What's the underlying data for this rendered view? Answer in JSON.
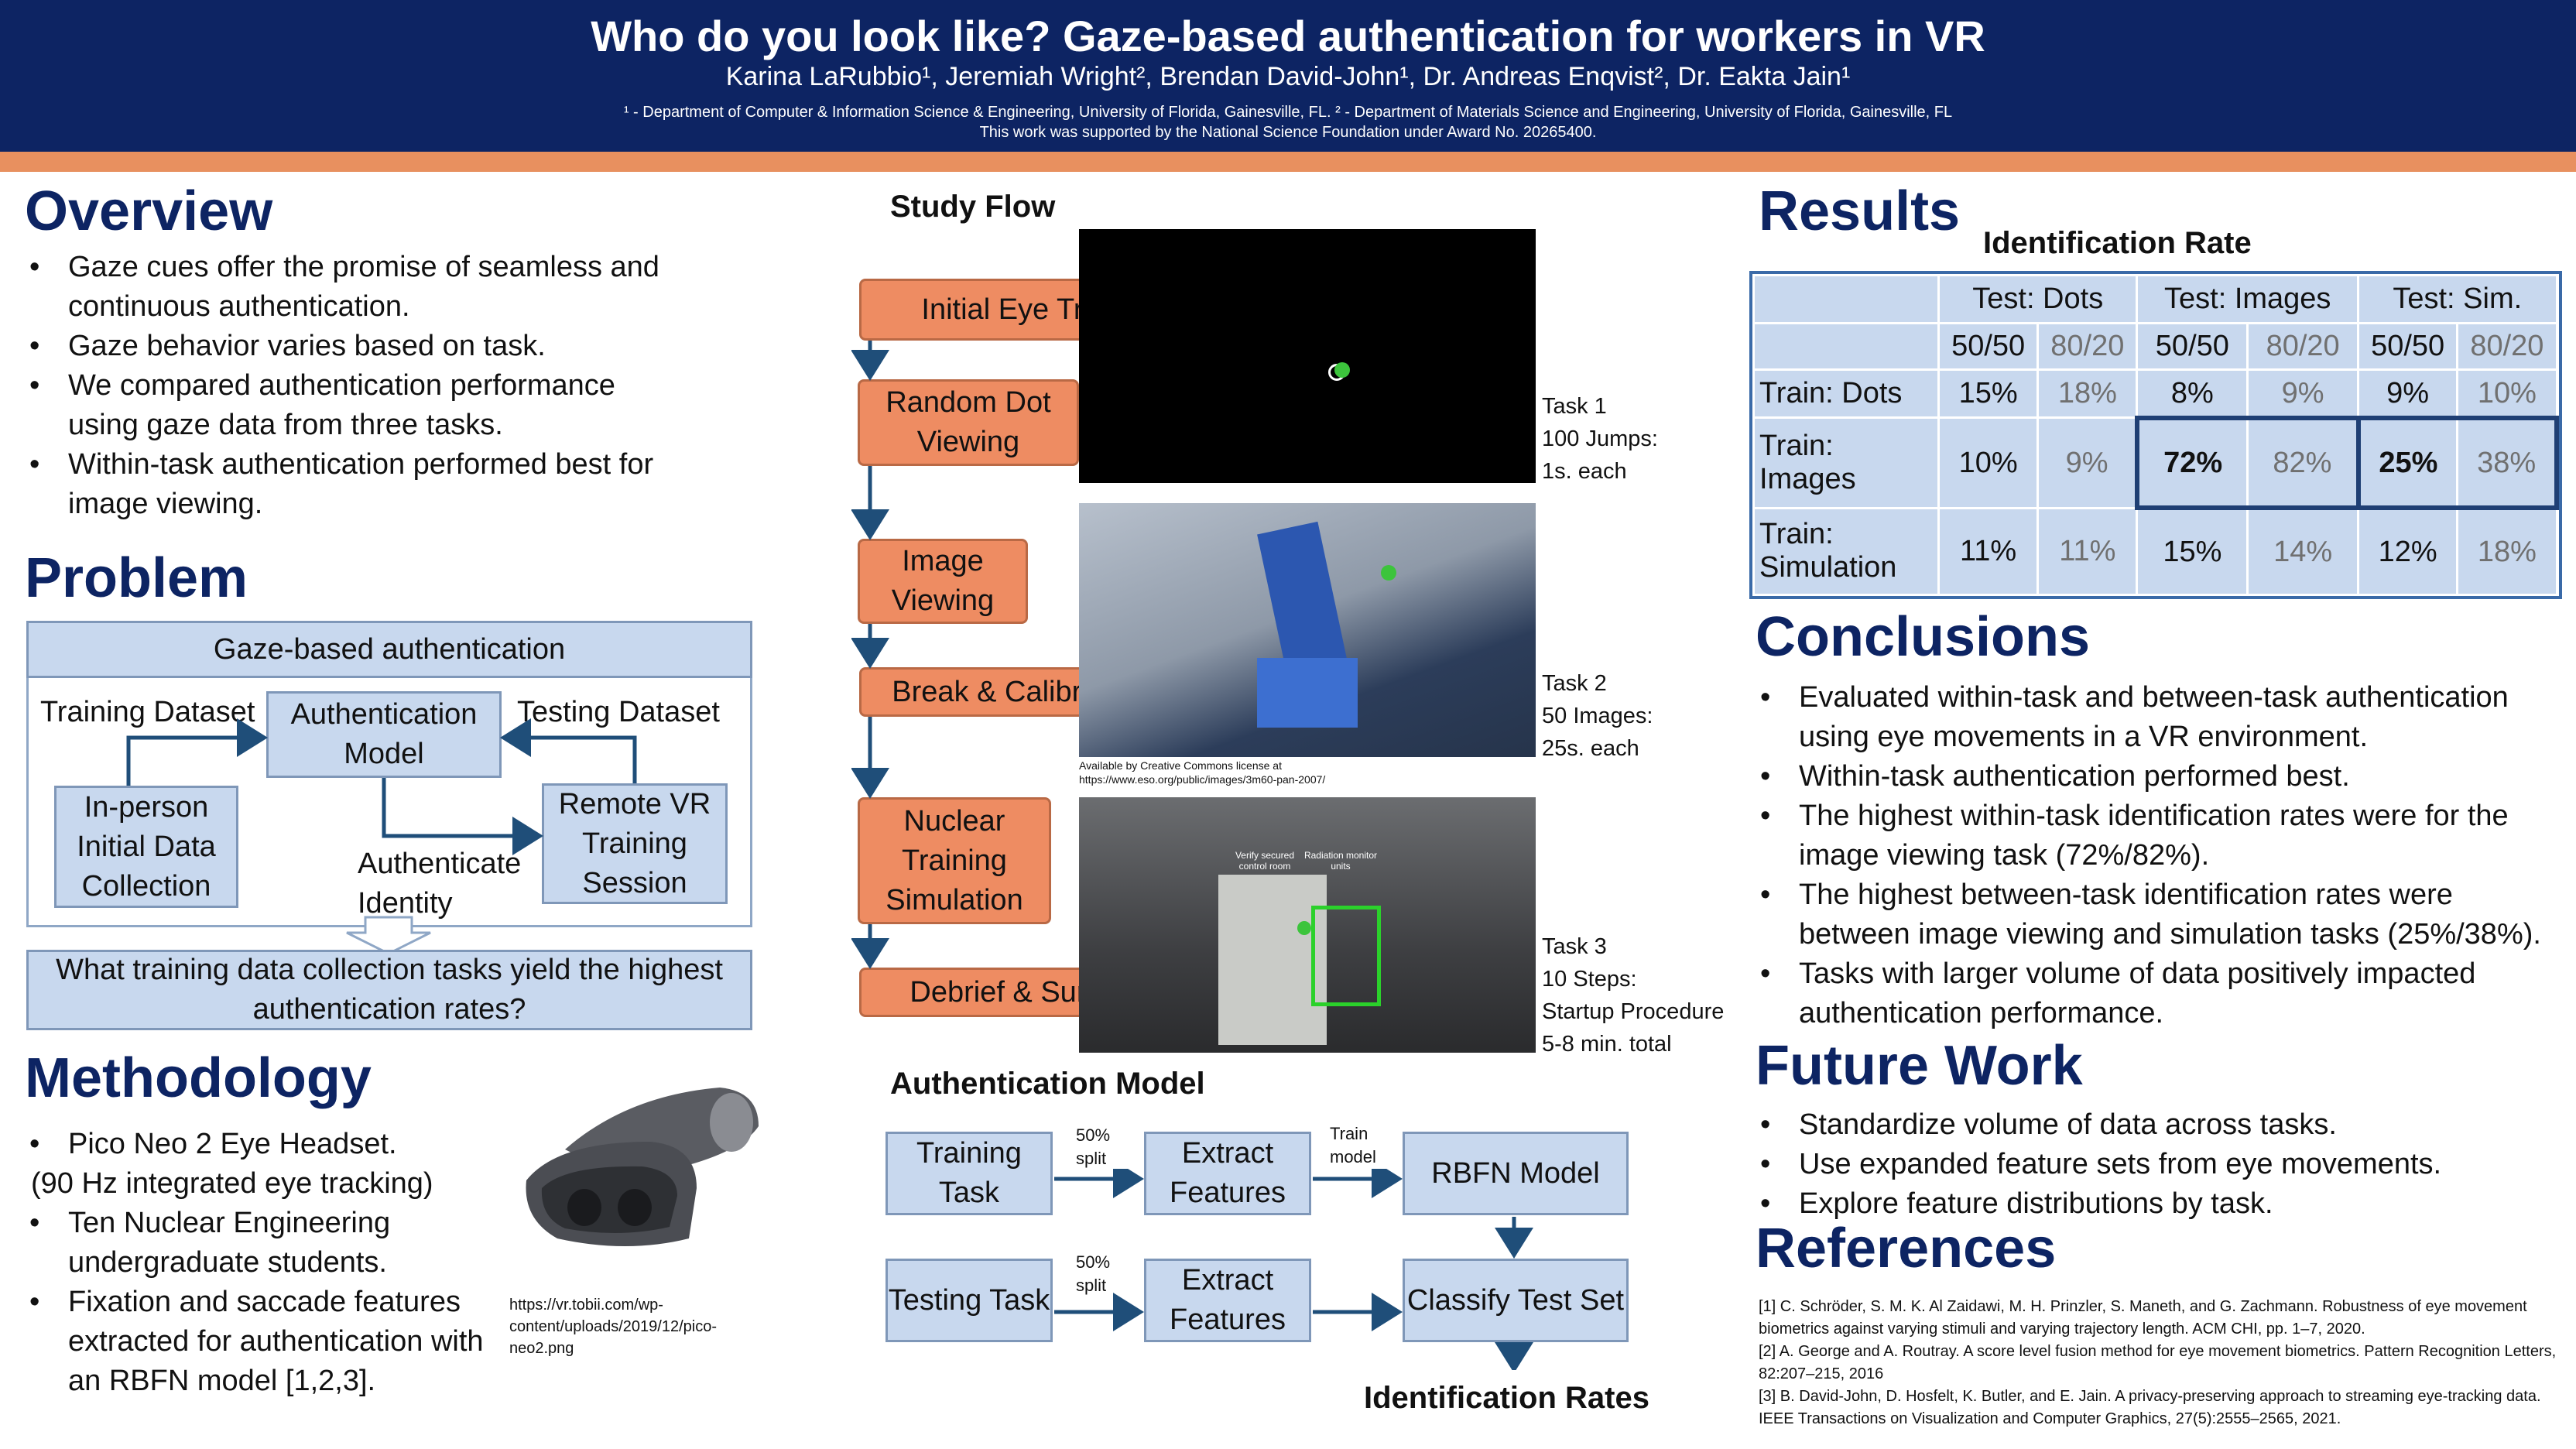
{
  "header": {
    "title": "Who do you look like? Gaze-based authentication for workers in VR",
    "authors": "Karina LaRubbio¹, Jeremiah Wright², Brendan David-John¹, Dr. Andreas Enqvist², Dr. Eakta Jain¹",
    "affiliations": "¹ - Department of Computer & Information Science & Engineering, University of Florida, Gainesville, FL. ² - Department of Materials Science and Engineering, University of Florida, Gainesville, FL",
    "grant": "This work was supported by the National Science Foundation under Award No. 20265400."
  },
  "overview": {
    "heading": "Overview",
    "bullets": [
      "Gaze cues offer the promise of seamless and continuous authentication.",
      "Gaze behavior varies based on task.",
      "We compared authentication performance using gaze data from three tasks.",
      "Within-task authentication performed best for image viewing."
    ]
  },
  "problem": {
    "heading": "Problem",
    "title": "Gaze-based authentication",
    "training_dataset": "Training Dataset",
    "testing_dataset": "Testing Dataset",
    "auth_model": "Authentication Model",
    "in_person": "In-person Initial Data Collection",
    "remote": "Remote VR Training Session",
    "authenticate": "Authenticate Identity",
    "question": "What training data collection tasks yield the highest authentication rates?"
  },
  "methodology": {
    "heading": "Methodology",
    "bullets": [
      "Pico Neo 2 Eye Headset.",
      "Ten Nuclear Engineering undergraduate students.",
      "Fixation and saccade features extracted for authentication with an RBFN model [1,2,3]."
    ],
    "note": "(90 Hz integrated eye tracking)",
    "image_credit": "https://vr.tobii.com/wp-content/uploads/2019/12/pico-neo2.png"
  },
  "study_flow": {
    "heading": "Study Flow",
    "steps": [
      "Initial Eye Tracking Calibration",
      "Random Dot Viewing",
      "Image Viewing",
      "Break & Calibration",
      "Nuclear Training Simulation",
      "Debrief & Survey"
    ],
    "task1": [
      "Task 1",
      "100 Jumps:",
      "1s. each"
    ],
    "task2": [
      "Task 2",
      "50 Images:",
      "25s. each"
    ],
    "task3": [
      "Task 3",
      "10 Steps:",
      "Startup Procedure",
      "5-8 min. total"
    ],
    "image_credit": [
      "Available by Creative Commons license at",
      "https://www.eso.org/public/images/3m60-pan-2007/"
    ],
    "sim_labels": [
      "Verify secured control room",
      "Radiation monitor units"
    ]
  },
  "auth_model": {
    "heading": "Authentication Model",
    "training_task": "Training Task",
    "testing_task": "Testing Task",
    "extract": "Extract Features",
    "split": "50% split",
    "train_model": "Train model",
    "rbfn": "RBFN Model",
    "classify": "Classify Test Set",
    "output": "Identification Rates"
  },
  "results": {
    "heading": "Results",
    "table_title": "Identification Rate",
    "col_groups": [
      "Test: Dots",
      "Test: Images",
      "Test: Sim."
    ],
    "sub_cols": [
      "50/50",
      "80/20"
    ],
    "rows": [
      {
        "label": "Train: Dots",
        "values": [
          "15%",
          "18%",
          "8%",
          "9%",
          "9%",
          "10%"
        ]
      },
      {
        "label": "Train: Images",
        "values": [
          "10%",
          "9%",
          "72%",
          "82%",
          "25%",
          "38%"
        ]
      },
      {
        "label": "Train: Simulation",
        "values": [
          "11%",
          "11%",
          "15%",
          "14%",
          "12%",
          "18%"
        ]
      }
    ]
  },
  "conclusions": {
    "heading": "Conclusions",
    "bullets": [
      "Evaluated within-task and between-task authentication using eye movements in a VR environment.",
      "Within-task authentication performed best.",
      "The highest within-task identification rates were for the image viewing task (72%/82%).",
      "The highest between-task identification rates were between image viewing and simulation tasks (25%/38%).",
      "Tasks with larger volume of data positively impacted authentication performance."
    ]
  },
  "future_work": {
    "heading": "Future Work",
    "bullets": [
      "Standardize volume of data across tasks.",
      "Use expanded feature sets from eye movements.",
      "Explore feature distributions by task."
    ]
  },
  "references": {
    "heading": "References",
    "items": [
      "[1] C. Schröder, S. M. K. Al Zaidawi, M. H. Prinzler, S. Maneth, and G. Zachmann. Robustness of eye movement biometrics against varying stimuli and varying trajectory length. ACM CHI, pp. 1–7, 2020.",
      "[2] A. George and A. Routray. A score level fusion method for eye movement biometrics. Pattern Recognition Letters, 82:207–215, 2016",
      "[3] B. David-John, D. Hosfelt, K. Butler, and E. Jain. A privacy-preserving approach to streaming eye-tracking data. IEEE Transactions on Visualization and Computer Graphics, 27(5):2555–2565, 2021."
    ]
  }
}
